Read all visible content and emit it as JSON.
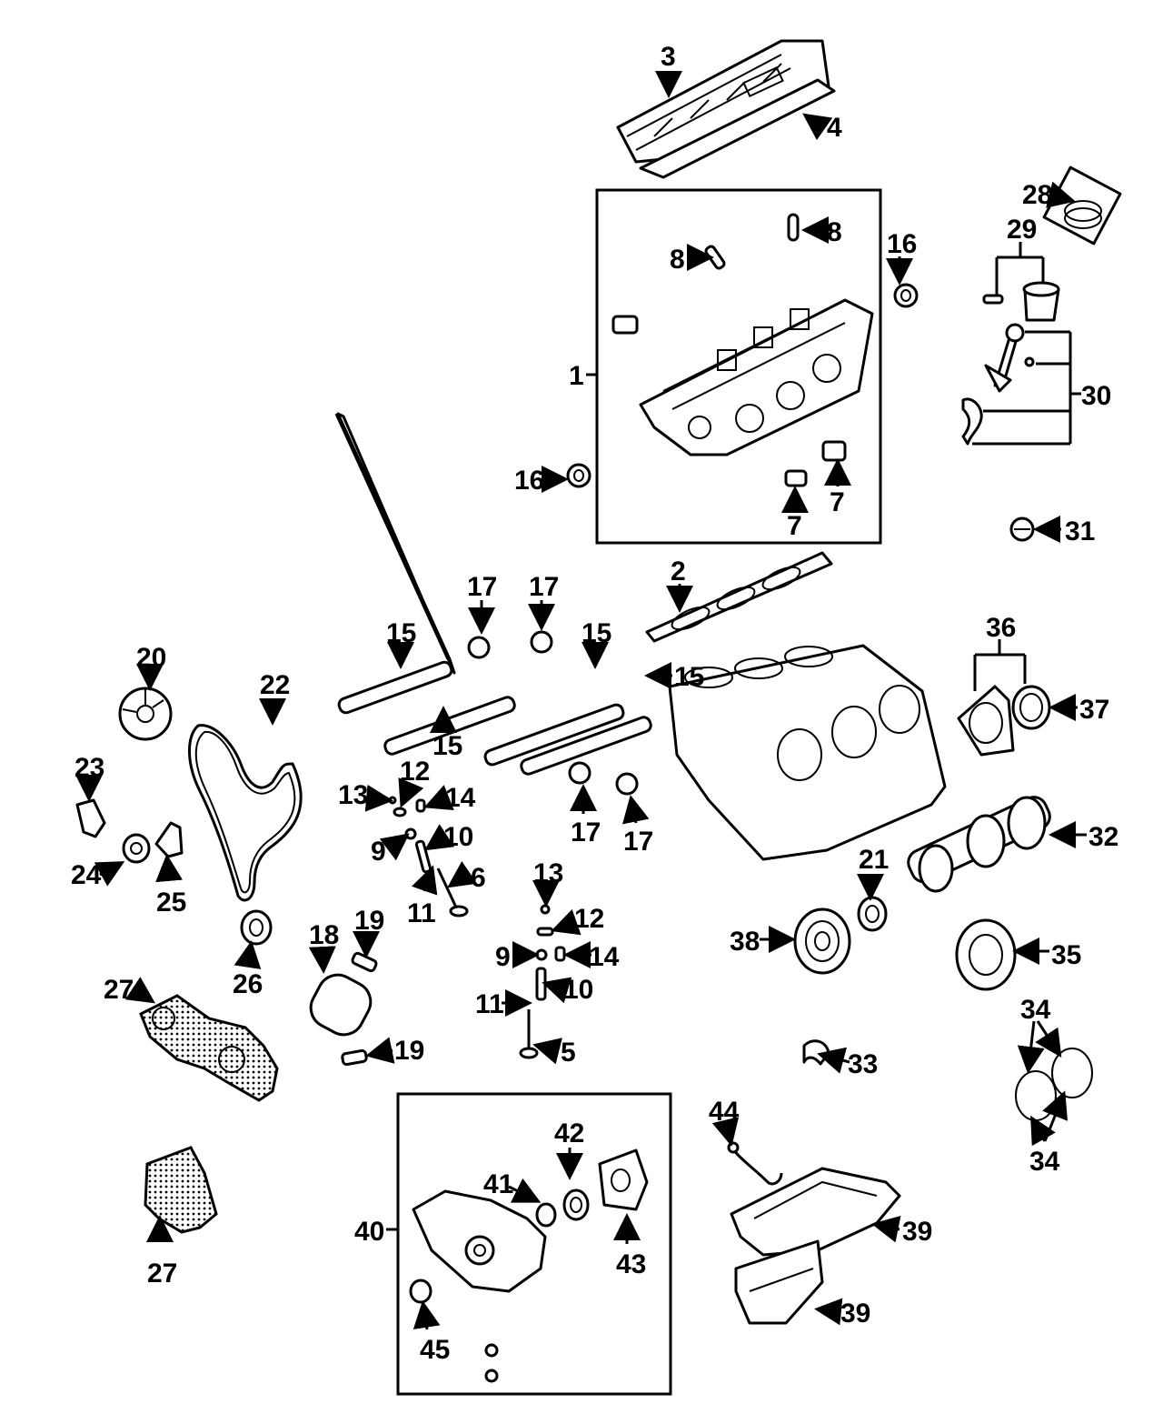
{
  "callouts": {
    "c1": "1",
    "c2": "2",
    "c3": "3",
    "c4": "4",
    "c5": "5",
    "c6": "6",
    "c7a": "7",
    "c7b": "7",
    "c8a": "8",
    "c8b": "8",
    "c9a": "9",
    "c9b": "9",
    "c10a": "10",
    "c10b": "10",
    "c11a": "11",
    "c11b": "11",
    "c12a": "12",
    "c12b": "12",
    "c13a": "13",
    "c13b": "13",
    "c14a": "14",
    "c14b": "14",
    "c15a": "15",
    "c15b": "15",
    "c15c": "15",
    "c15d": "15",
    "c16a": "16",
    "c16b": "16",
    "c17a": "17",
    "c17b": "17",
    "c17c": "17",
    "c17d": "17",
    "c18": "18",
    "c19a": "19",
    "c19b": "19",
    "c20": "20",
    "c21": "21",
    "c22": "22",
    "c23": "23",
    "c24": "24",
    "c25": "25",
    "c26": "26",
    "c27a": "27",
    "c27b": "27",
    "c28": "28",
    "c29": "29",
    "c30": "30",
    "c31": "31",
    "c32": "32",
    "c33": "33",
    "c34a": "34",
    "c34b": "34",
    "c35": "35",
    "c36": "36",
    "c37": "37",
    "c38": "38",
    "c39a": "39",
    "c39b": "39",
    "c40": "40",
    "c41": "41",
    "c42": "42",
    "c43": "43",
    "c44": "44",
    "c45": "45"
  }
}
